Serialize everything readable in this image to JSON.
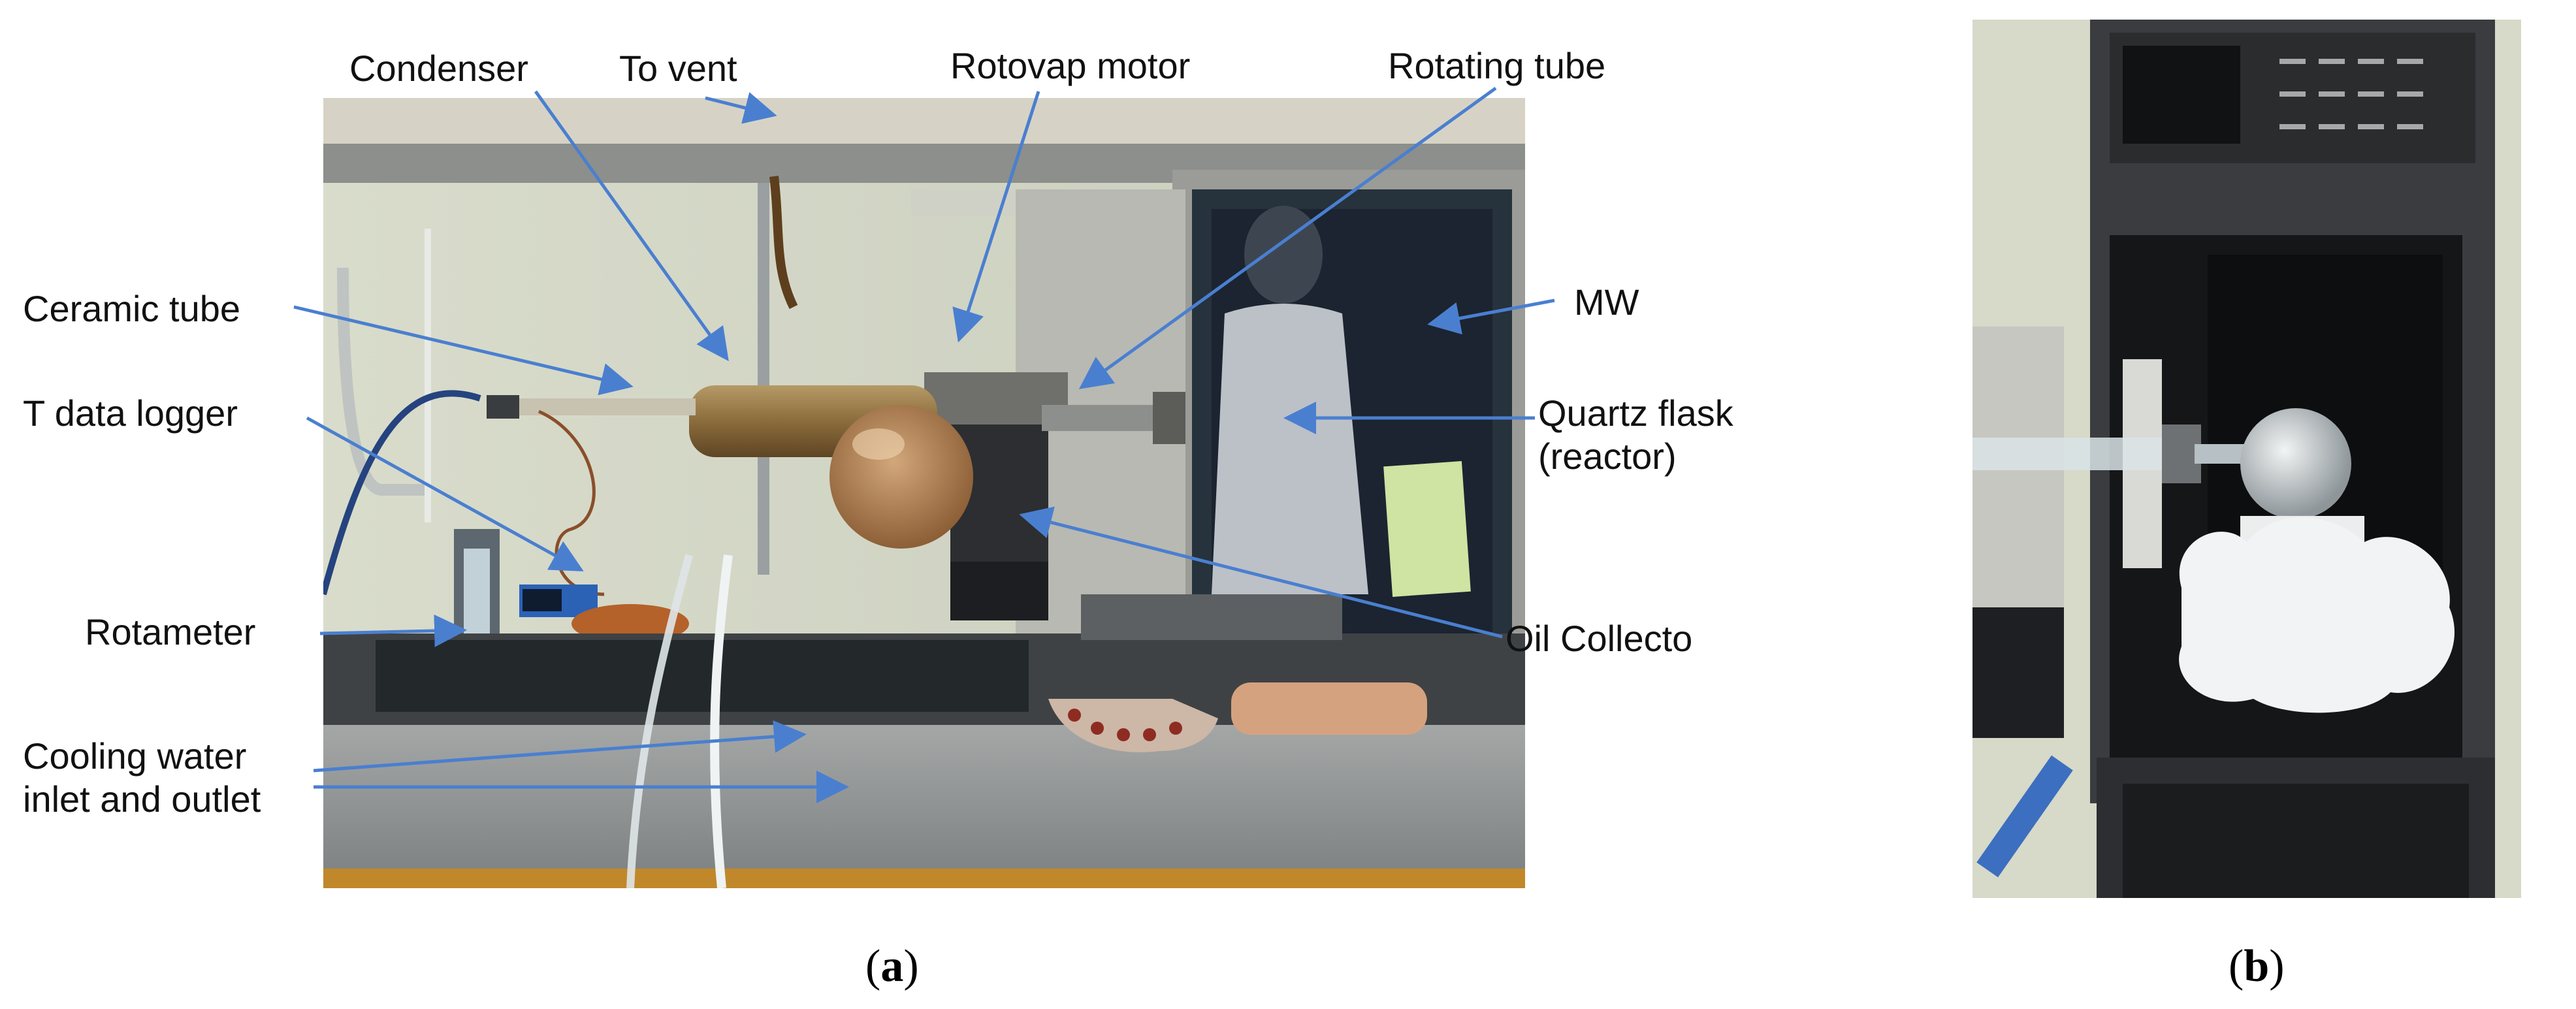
{
  "panel_a": {
    "caption_open": "(",
    "caption_letter": "a",
    "caption_close": ")",
    "labels": {
      "condenser": "Condenser",
      "to_vent": "To vent",
      "rotovap_motor": "Rotovap motor",
      "rotating_tube": "Rotating tube",
      "ceramic_tube": "Ceramic tube",
      "mw": "MW",
      "t_data_logger": "T data logger",
      "quartz_flask_line1": "Quartz flask",
      "quartz_flask_line2": "(reactor)",
      "rotameter": "Rotameter",
      "oil_collector": "Oil Collecto",
      "cooling_line1": "Cooling water",
      "cooling_line2": "inlet and outlet"
    }
  },
  "panel_b": {
    "caption_open": "(",
    "caption_letter": "b",
    "caption_close": ")"
  },
  "colors": {
    "arrow": "#4a7fd0"
  }
}
